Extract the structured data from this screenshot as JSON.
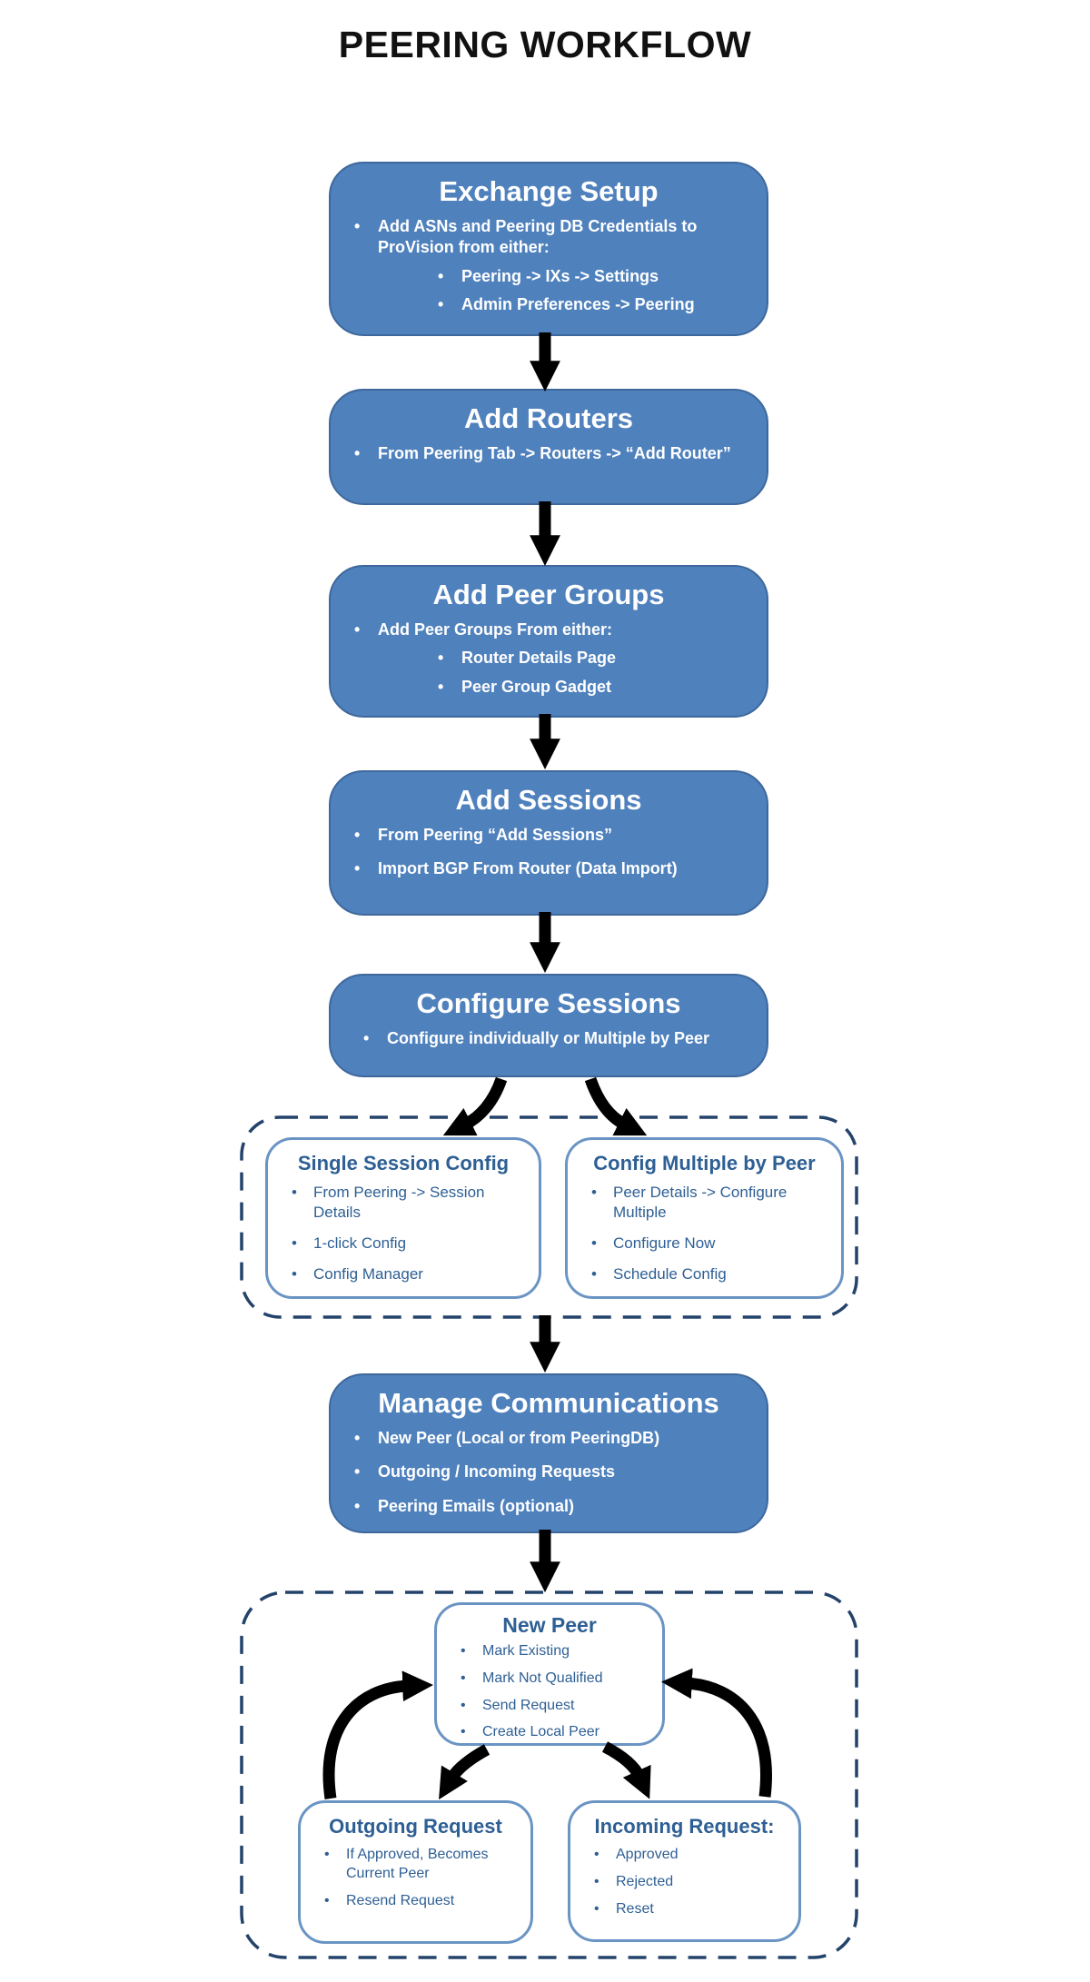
{
  "page": {
    "title": "PEERING WORKFLOW"
  },
  "chars": {
    "bullet": "•"
  },
  "colors": {
    "box_fill": "#4f81bd",
    "box_border": "#3e689c",
    "outline_box_border": "#6a94c4",
    "dashed_container_border": "#24436b",
    "outline_text": "#2e5f94",
    "arrow": "#000000",
    "title_text": "#111111"
  },
  "boxes": {
    "exchange_setup": {
      "title": "Exchange Setup",
      "bullets": [
        "Add ASNs and Peering DB Credentials to ProVision from either:",
        "Peering -> IXs -> Settings",
        "Admin Preferences -> Peering"
      ]
    },
    "add_routers": {
      "title": "Add Routers",
      "bullets": [
        "From Peering Tab -> Routers -> “Add Router”"
      ]
    },
    "add_peer_groups": {
      "title": "Add Peer Groups",
      "bullets": [
        "Add Peer Groups From either:",
        "Router Details Page",
        "Peer Group Gadget"
      ]
    },
    "add_sessions": {
      "title": "Add Sessions",
      "bullets": [
        "From  Peering “Add Sessions”",
        "Import BGP From Router (Data Import)"
      ]
    },
    "configure_sessions": {
      "title": "Configure Sessions",
      "bullets": [
        "Configure individually or Multiple by Peer"
      ]
    },
    "single_session_config": {
      "title": "Single Session Config",
      "bullets": [
        "From Peering -> Session Details",
        "1-click Config",
        "Config Manager"
      ]
    },
    "config_multiple_by_peer": {
      "title": "Config Multiple by Peer",
      "bullets": [
        "Peer Details -> Configure Multiple",
        "Configure Now",
        "Schedule Config"
      ]
    },
    "manage_communications": {
      "title": "Manage Communications",
      "bullets": [
        "New Peer (Local or from PeeringDB)",
        "Outgoing / Incoming Requests",
        "Peering Emails (optional)"
      ]
    },
    "new_peer": {
      "title": "New Peer",
      "bullets": [
        "Mark Existing",
        "Mark Not Qualified",
        "Send Request",
        "Create Local Peer"
      ]
    },
    "outgoing_request": {
      "title": "Outgoing Request",
      "bullets": [
        "If Approved, Becomes Current Peer",
        "Resend Request"
      ]
    },
    "incoming_request": {
      "title": "Incoming Request:",
      "bullets": [
        "Approved",
        "Rejected",
        "Reset"
      ]
    }
  }
}
